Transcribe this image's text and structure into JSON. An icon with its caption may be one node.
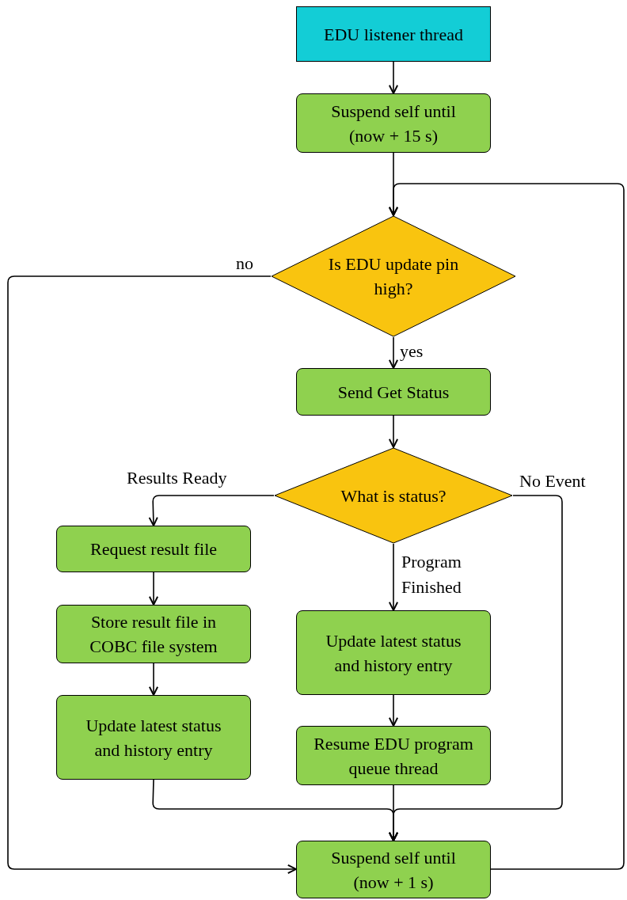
{
  "diagram": {
    "nodes": [
      {
        "text": [
          "EDU listener thread"
        ]
      },
      {
        "text": [
          "Suspend self until (now + 15 s)"
        ]
      },
      {
        "text": [
          "Is EDU update pin high?"
        ]
      },
      {
        "text": [
          "Send Get Status"
        ]
      },
      {
        "text": [
          "What is status?"
        ]
      },
      {
        "text": [
          "Request result file"
        ]
      },
      {
        "text": [
          "Store result file in COBC file system"
        ]
      },
      {
        "text": [
          "Update latest status and history entry"
        ]
      },
      {
        "text": [
          "Update latest status and history entry"
        ]
      },
      {
        "text": [
          "Resume EDU program queue thread"
        ]
      },
      {
        "text": [
          "Suspend self until (now + 1 s)"
        ]
      }
    ],
    "edges": [
      {
        "from": 0,
        "to": 1,
        "arrow": "to"
      },
      {
        "from": 1,
        "to": 2,
        "arrow": "to"
      },
      {
        "from": 2,
        "to": 3,
        "arrow": "to",
        "label": "yes"
      },
      {
        "from": 2,
        "to": 10,
        "arrow": "to",
        "label": "no"
      },
      {
        "from": 3,
        "to": 4,
        "arrow": "to"
      },
      {
        "from": 4,
        "to": 5,
        "arrow": "to",
        "label": "Results Ready"
      },
      {
        "from": 4,
        "to": 8,
        "arrow": "to",
        "label": "Program Finished"
      },
      {
        "from": 4,
        "to": 10,
        "arrow": "to",
        "label": "No Event"
      },
      {
        "from": 5,
        "to": 6,
        "arrow": "to"
      },
      {
        "from": 6,
        "to": 7,
        "arrow": "to"
      },
      {
        "from": 7,
        "to": 10,
        "arrow": "to"
      },
      {
        "from": 8,
        "to": 9,
        "arrow": "to"
      },
      {
        "from": 9,
        "to": 10,
        "arrow": "to"
      },
      {
        "from": 10,
        "to": 2,
        "arrow": "to"
      }
    ]
  }
}
